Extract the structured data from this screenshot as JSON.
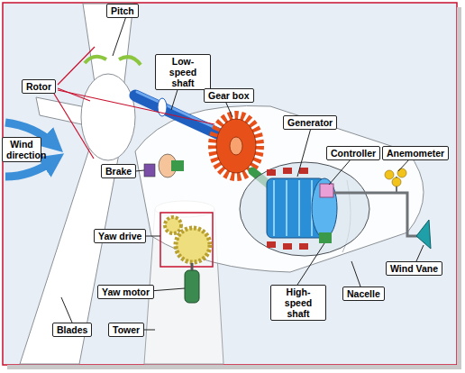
{
  "diagram": {
    "labels": [
      "Pitch",
      "Low-speed shaft",
      "Rotor",
      "Gear box",
      "Generator",
      "Controller",
      "Anemometer",
      "Wind direction",
      "Brake",
      "Yaw drive",
      "Wind Vane",
      "Yaw motor",
      "High-speed shaft",
      "Nacelle",
      "Blades",
      "Tower"
    ]
  }
}
